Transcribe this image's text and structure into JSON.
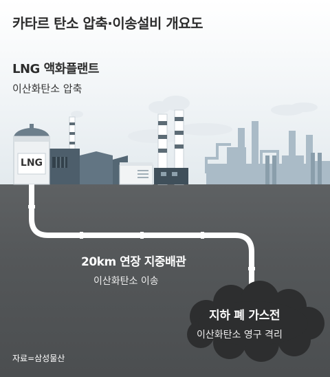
{
  "title": "카타르 탄소 압축·이송설비 개요도",
  "plant": {
    "title": "LNG 액화플랜트",
    "subtitle": "이산화탄소 압축",
    "tank_label": "LNG"
  },
  "pipeline": {
    "title": "20km 연장 지중배관",
    "subtitle": "이산화탄소 이송"
  },
  "storage": {
    "title": "지하 폐 가스전",
    "subtitle": "이산화탄소 영구 격리"
  },
  "source": "자료=삼성물산",
  "colors": {
    "ground": "#545759",
    "pipe": "#ffffff",
    "gas_field": "#2d2e2f",
    "building_dark": "#4b5d6a",
    "building_mid": "#7b8e9b",
    "building_light": "#a9bac6"
  }
}
